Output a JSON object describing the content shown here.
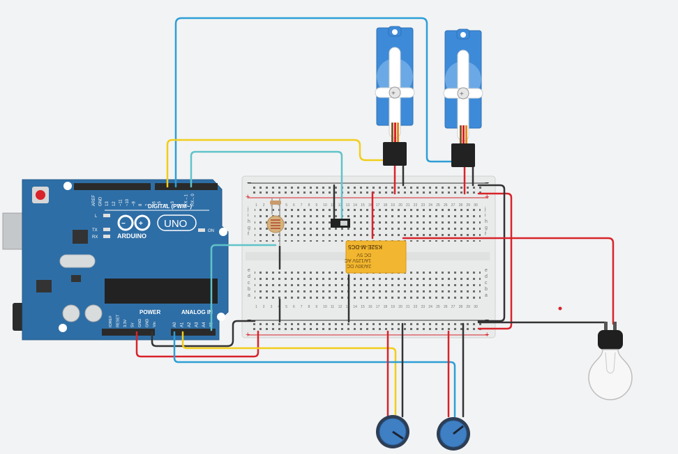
{
  "arduino": {
    "brand": "ARDUINO",
    "model": "UNO",
    "digital_label": "DIGITAL (PWM~)",
    "power_label": "POWER",
    "analog_label": "ANALOG IN",
    "led_on": "ON",
    "led_l": "L",
    "led_tx": "TX",
    "led_rx": "RX",
    "digital_pins": [
      "AREF",
      "GND",
      "13",
      "12",
      "~11",
      "~10",
      "~9",
      "8",
      "7",
      "~6",
      "~5",
      "4",
      "~3",
      "2",
      "TX→1",
      "RX←0"
    ],
    "power_pins": [
      "IOREF",
      "RESET",
      "3.3V",
      "5V",
      "GND",
      "GND",
      "Vin"
    ],
    "analog_pins": [
      "A0",
      "A1",
      "A2",
      "A3",
      "A4",
      "A5"
    ]
  },
  "breadboard": {
    "rows_top": [
      "j",
      "i",
      "h",
      "g",
      "f"
    ],
    "rows_bottom": [
      "e",
      "d",
      "c",
      "b",
      "a"
    ],
    "columns": 30,
    "minus": "−",
    "plus": "+"
  },
  "relay": {
    "line1": "2A/30V DC",
    "line2": "1A/125V AC",
    "line3": "DC 5V",
    "model": "KS2E-M-DC5"
  },
  "colors": {
    "background": "#f2f3f4",
    "arduino": "#2e6ea6",
    "wire_blue": "#2d9ed6",
    "wire_yellow": "#f2cd1a",
    "wire_cyan": "#5fc3c9",
    "wire_red": "#d8232a",
    "wire_black": "#333333",
    "servo": "#3d8ad8",
    "relay": "#f2b630"
  },
  "components": [
    "arduino-uno",
    "breadboard",
    "servo-1",
    "servo-2",
    "photoresistor",
    "slide-switch",
    "relay",
    "potentiometer-1",
    "potentiometer-2",
    "light-bulb"
  ]
}
